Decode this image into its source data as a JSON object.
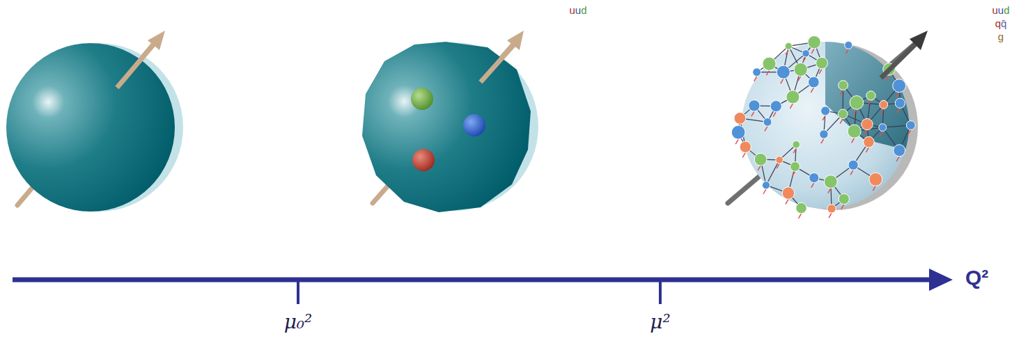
{
  "diagram": {
    "labels": [
      "uud",
      "uud",
      "qq̄",
      "g",
      "μ₀²",
      "μ²",
      "Q²"
    ]
  }
}
